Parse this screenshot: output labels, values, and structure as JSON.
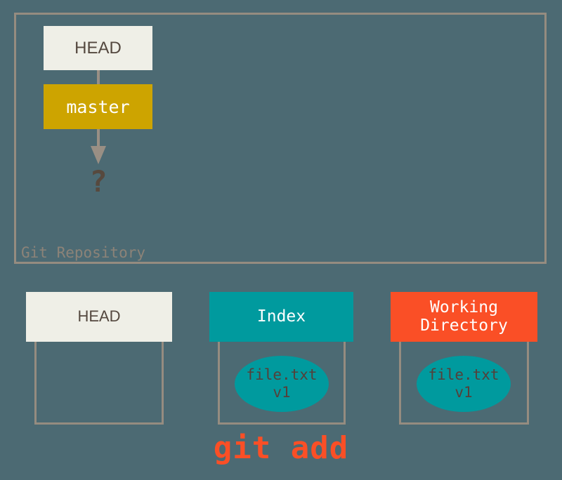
{
  "diagram": {
    "title": "git add",
    "background_color": "#4c6a73",
    "repository": {
      "label": "Git Repository",
      "border_color": "#958c80",
      "nodes": [
        {
          "id": "head-ref",
          "label": "HEAD",
          "fill": "#efefe7",
          "text_color": "#54483f"
        },
        {
          "id": "master-branch",
          "label": "master",
          "fill": "#cda400",
          "text_color": "#ffffff"
        },
        {
          "id": "unknown-commit",
          "label": "?",
          "fill": "none",
          "text_color": "#57493e"
        }
      ],
      "connectors": [
        {
          "from": "head-ref",
          "to": "master-branch",
          "style": "line",
          "color": "#998f84"
        },
        {
          "from": "master-branch",
          "to": "unknown-commit",
          "style": "arrow",
          "color": "#998f84"
        }
      ]
    },
    "areas": [
      {
        "id": "head",
        "header_label": "HEAD",
        "header_fill": "#efefe7",
        "header_text_color": "#54483f",
        "files": []
      },
      {
        "id": "index",
        "header_label": "Index",
        "header_fill": "#009a9e",
        "header_text_color": "#ffffff",
        "files": [
          {
            "name": "file.txt",
            "version": "v1",
            "fill": "#009a9e",
            "text_color": "#54403a"
          }
        ]
      },
      {
        "id": "working-directory",
        "header_label_line1": "Working",
        "header_label_line2": "Directory",
        "header_fill": "#fa4f26",
        "header_text_color": "#ffffff",
        "files": [
          {
            "name": "file.txt",
            "version": "v1",
            "fill": "#009a9e",
            "text_color": "#54403a"
          }
        ]
      }
    ],
    "caption": {
      "text": "git add",
      "color": "#fa4f26"
    }
  }
}
